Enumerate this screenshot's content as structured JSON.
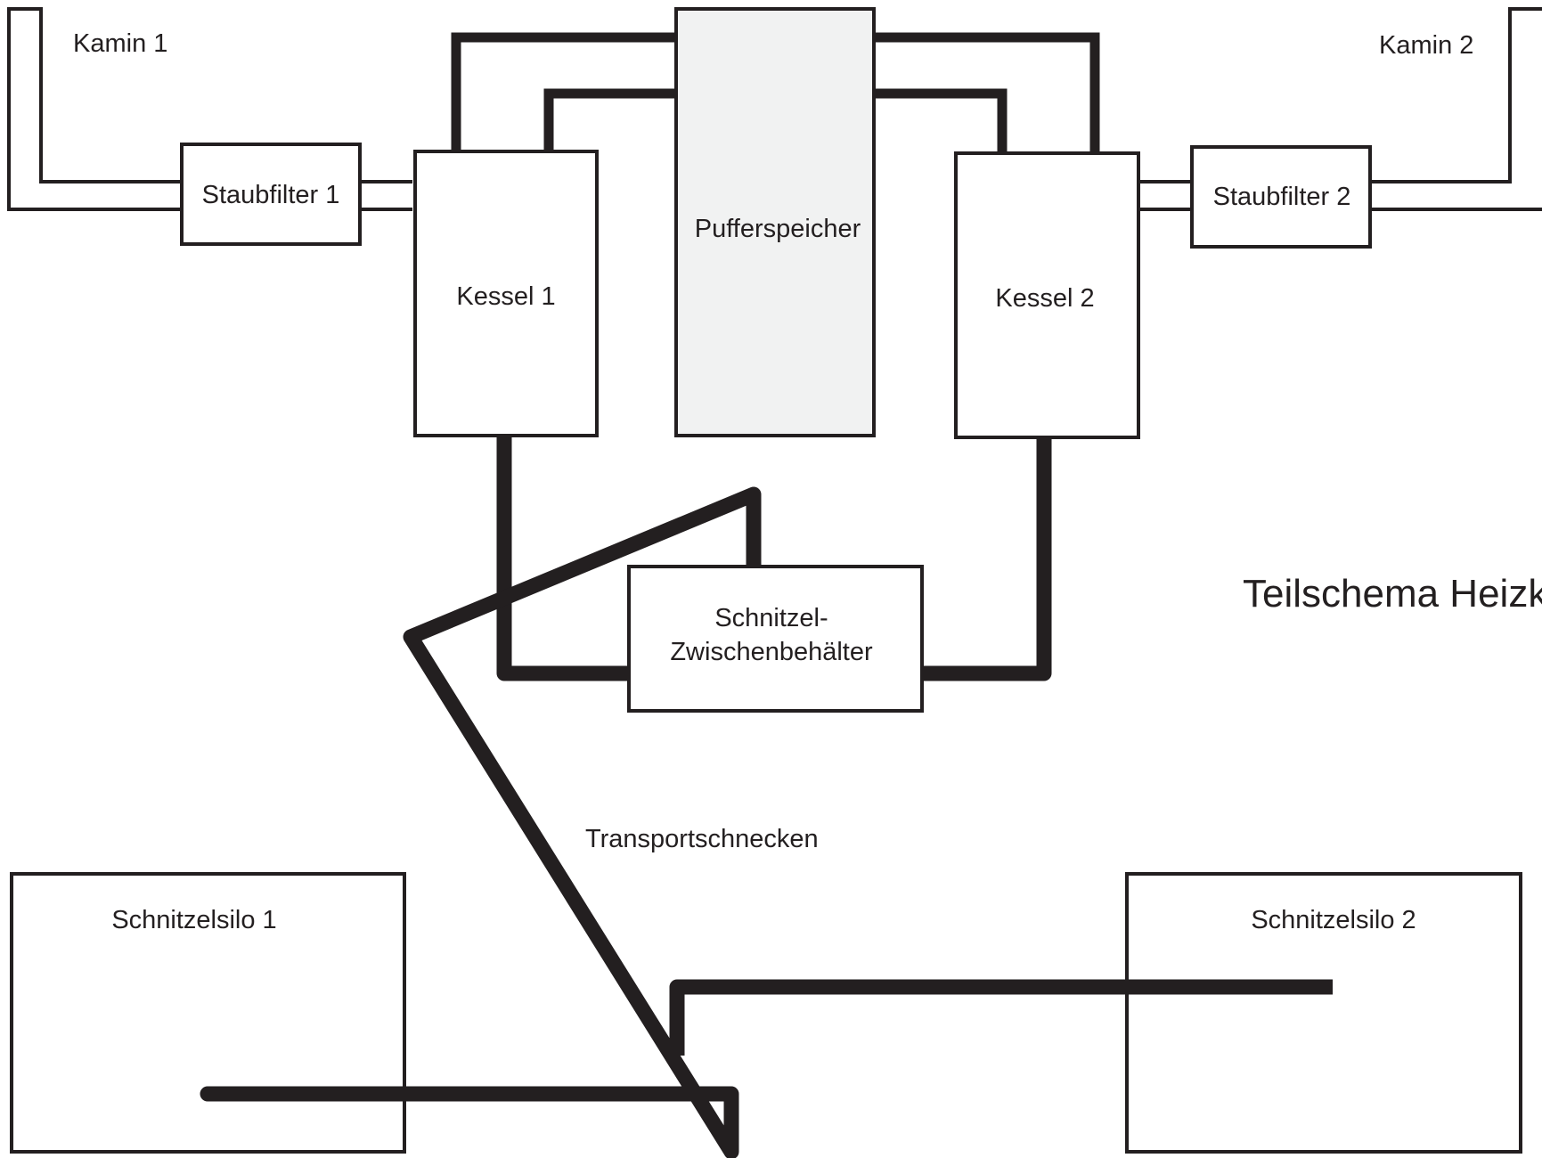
{
  "title": "Teilschema Heizk",
  "colors": {
    "line": "#231f20",
    "buffer_fill": "#f1f2f2",
    "background": "#ffffff"
  },
  "labels": {
    "kamin1": "Kamin 1",
    "kamin2": "Kamin 2",
    "staubfilter1": "Staubfilter 1",
    "staubfilter2": "Staubfilter 2",
    "kessel1": "Kessel 1",
    "kessel2": "Kessel 2",
    "pufferspeicher": "Pufferspeicher",
    "zwischen_line1": "Schnitzel-",
    "zwischen_line2": "Zwischenbehälter",
    "transport": "Transportschnecken",
    "silo1": "Schnitzelsilo 1",
    "silo2": "Schnitzelsilo 2"
  }
}
